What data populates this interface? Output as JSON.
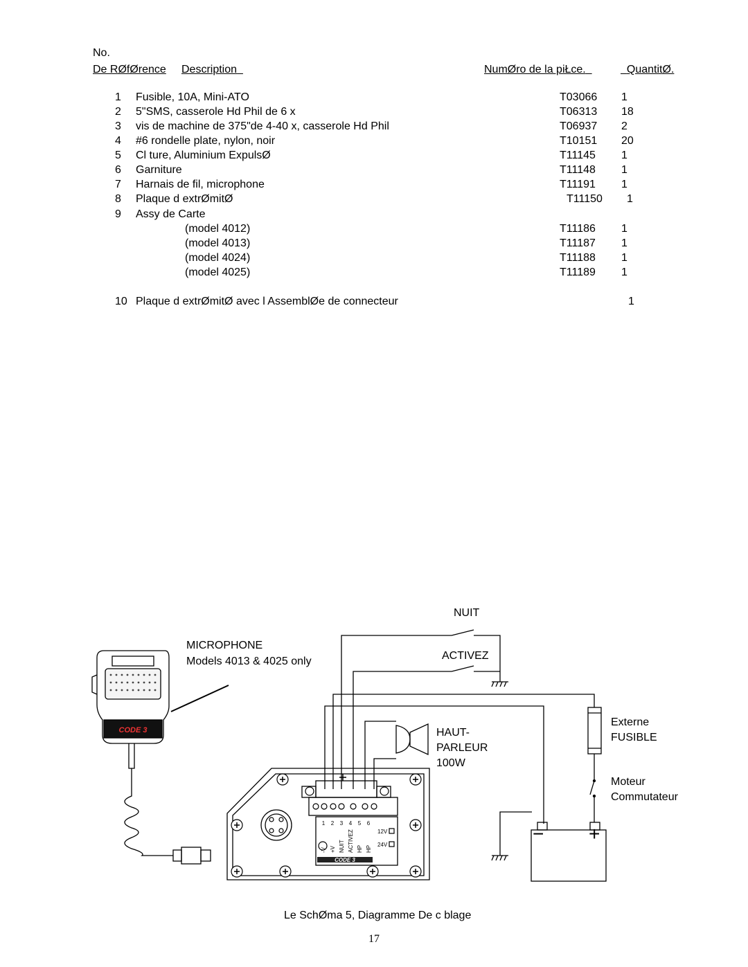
{
  "header": {
    "no_label": "No.",
    "reference_label": "De RØfØrence",
    "description_label": "Description",
    "part_number_label": "NumØro de la piŁce.",
    "quantity_label": "QuantitØ."
  },
  "parts": [
    {
      "no": "1",
      "description": "Fusible, 10A, Mini-ATO",
      "part": "T03066",
      "qty": "1"
    },
    {
      "no": "2",
      "description": "5\"SMS, casserole Hd Phil de 6 x",
      "part": "T06313",
      "qty": "18"
    },
    {
      "no": "3",
      "description": "vis de machine de 375\"de 4-40 x, casserole Hd Phil",
      "part": "T06937",
      "qty": "2"
    },
    {
      "no": "4",
      "description": "#6 rondelle plate, nylon, noir",
      "part": "T10151",
      "qty": "20"
    },
    {
      "no": "5",
      "description": "Cl ture, Aluminium ExpulsØ",
      "part": "T11145",
      "qty": "1"
    },
    {
      "no": "6",
      "description": "Garniture",
      "part": "T11148",
      "qty": "1"
    },
    {
      "no": "7",
      "description": "Harnais de fil, microphone",
      "part": "T11191",
      "qty": "1"
    },
    {
      "no": "8",
      "description": "Plaque d extrØmitØ",
      "part": "T11150",
      "qty": "1"
    },
    {
      "no": "9",
      "description": "Assy de Carte",
      "part": "",
      "qty": ""
    }
  ],
  "models": [
    {
      "description": "(model 4012)",
      "part": "T11186",
      "qty": "1"
    },
    {
      "description": "(model 4013)",
      "part": "T11187",
      "qty": "1"
    },
    {
      "description": "(model 4024)",
      "part": "T11188",
      "qty": "1"
    },
    {
      "description": "(model 4025)",
      "part": "T11189",
      "qty": "1"
    }
  ],
  "last_item": {
    "no": "10",
    "description": "Plaque d extrØmitØ avec l AssemblØe de connecteur",
    "part": "",
    "qty": "1"
  },
  "diagram": {
    "nuit": "NUIT",
    "activez": "ACTIVEZ",
    "microphone": "MICROPHONE",
    "models_note": "Models 4013 & 4025 only",
    "haut": "HAUT-",
    "parleur": "PARLEUR",
    "watt": "100W",
    "externe": "Externe",
    "fusible": "FUSIBLE",
    "moteur": "Moteur",
    "commutateur": "Commutateur",
    "mic_brand": "CODE 3",
    "board_brand": "CODE 3",
    "pin_numbers": [
      "1",
      "2",
      "3",
      "4",
      "5",
      "6"
    ],
    "pin_labels": [
      "-V",
      "+V",
      "NUIT",
      "ACTIVEZ",
      "HP",
      "HP"
    ],
    "volt_12": "12V",
    "volt_24": "24V",
    "minus": "−",
    "plus": "+"
  },
  "caption": "Le SchØma 5, Diagramme De c blage",
  "page_number": "17"
}
